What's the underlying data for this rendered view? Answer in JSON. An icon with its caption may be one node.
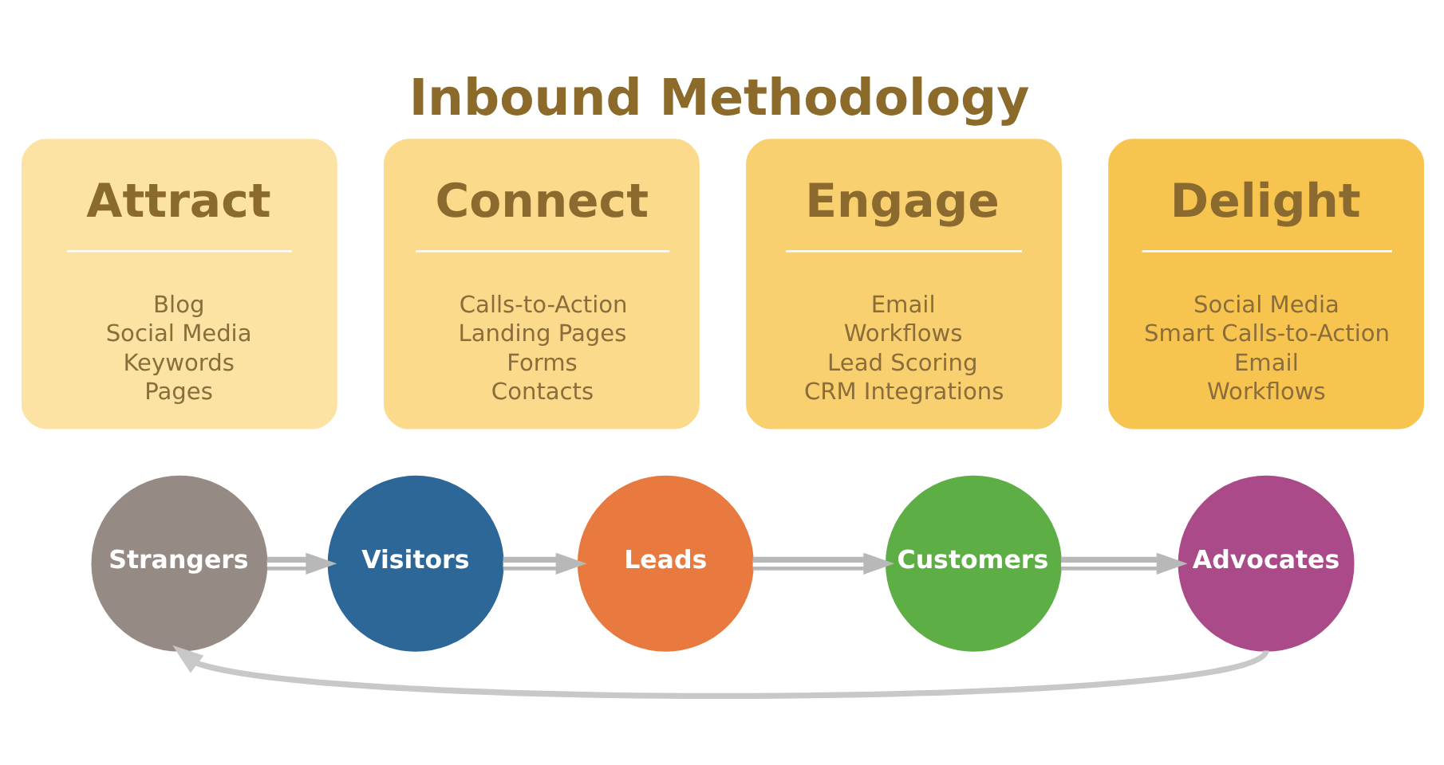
{
  "diagram": {
    "title": "Inbound Methodology",
    "nodes": [
      {
        "text": [
          "Attract",
          "Blog",
          "Social Media",
          "Keywords",
          "Pages"
        ]
      },
      {
        "text": [
          "Connect",
          "Calls-to-Action",
          "Landing Pages",
          "Forms",
          "Contacts"
        ]
      },
      {
        "text": [
          "Engage",
          "Email",
          "Workflows",
          "Lead Scoring",
          "CRM Integrations"
        ]
      },
      {
        "text": [
          "Delight",
          "Social Media",
          "Smart Calls-to-Action",
          "Email",
          "Workflows"
        ]
      },
      {
        "text": [
          "Strangers"
        ]
      },
      {
        "text": [
          "Visitors"
        ]
      },
      {
        "text": [
          "Leads"
        ]
      },
      {
        "text": [
          "Customers"
        ]
      },
      {
        "text": [
          "Advocates"
        ]
      }
    ],
    "edges": [
      {
        "from": 4,
        "to": 5,
        "arrow": "to"
      },
      {
        "from": 5,
        "to": 6,
        "arrow": "to"
      },
      {
        "from": 6,
        "to": 7,
        "arrow": "to"
      },
      {
        "from": 7,
        "to": 8,
        "arrow": "to"
      },
      {
        "from": 8,
        "to": 4,
        "arrow": "to",
        "color": "#c8c8c8"
      }
    ]
  }
}
